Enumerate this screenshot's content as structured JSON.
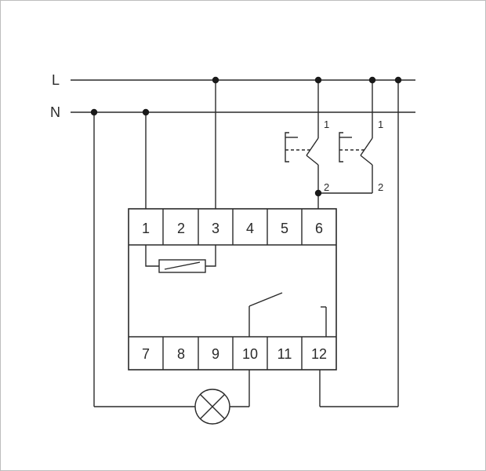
{
  "rails": {
    "line": "L",
    "neutral": "N"
  },
  "terminals_top": [
    "1",
    "2",
    "3",
    "4",
    "5",
    "6"
  ],
  "terminals_bottom": [
    "7",
    "8",
    "9",
    "10",
    "11",
    "12"
  ],
  "push_button_left": {
    "contact_top": "1",
    "contact_bottom": "2"
  },
  "push_button_right": {
    "contact_top": "1",
    "contact_bottom": "2"
  },
  "colors": {
    "line": "#2a2a2a",
    "background": "#ffffff",
    "frame": "#bdbdbd"
  }
}
